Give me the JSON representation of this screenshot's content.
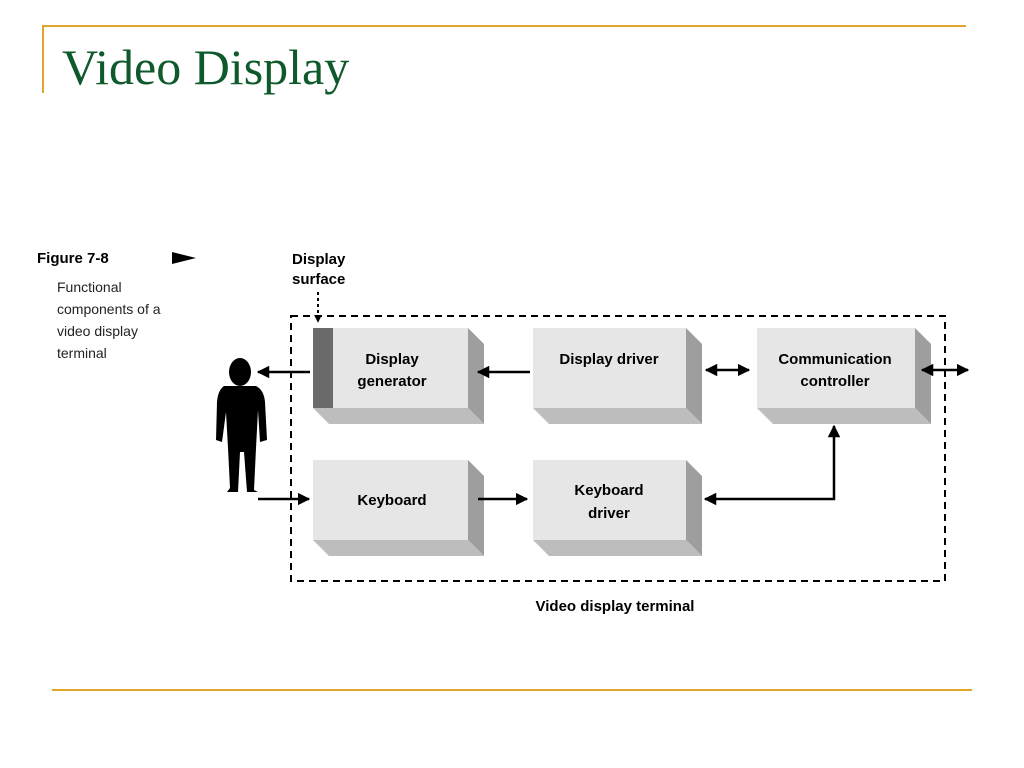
{
  "slide": {
    "title": "Video Display"
  },
  "figure": {
    "number": "Figure 7-8",
    "caption_lines": [
      "Functional",
      "components of a",
      "video display",
      "terminal"
    ]
  },
  "diagram": {
    "display_surface_label": [
      "Display",
      "surface"
    ],
    "terminal_label": "Video display terminal",
    "blocks": {
      "display_generator": [
        "Display",
        "generator"
      ],
      "display_driver": [
        "Display driver"
      ],
      "communication_controller": [
        "Communication",
        "controller"
      ],
      "keyboard": [
        "Keyboard"
      ],
      "keyboard_driver": [
        "Keyboard",
        "driver"
      ]
    },
    "user_icon": "person-silhouette-icon"
  }
}
